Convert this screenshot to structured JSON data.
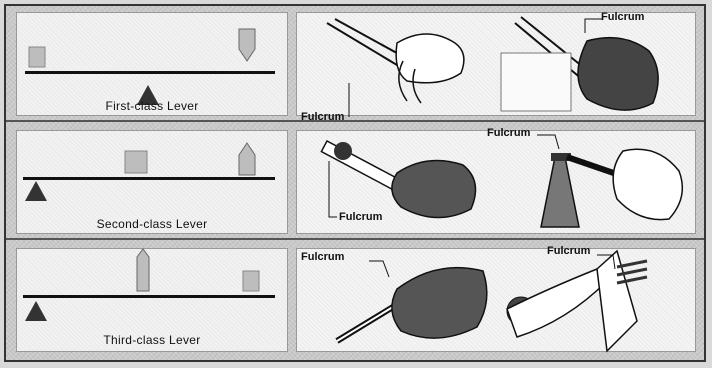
{
  "levers": [
    {
      "caption": "First-class Lever"
    },
    {
      "caption": "Second-class Lever"
    },
    {
      "caption": "Third-class Lever"
    }
  ],
  "examples": {
    "fulcrum_label": "Fulcrum"
  }
}
